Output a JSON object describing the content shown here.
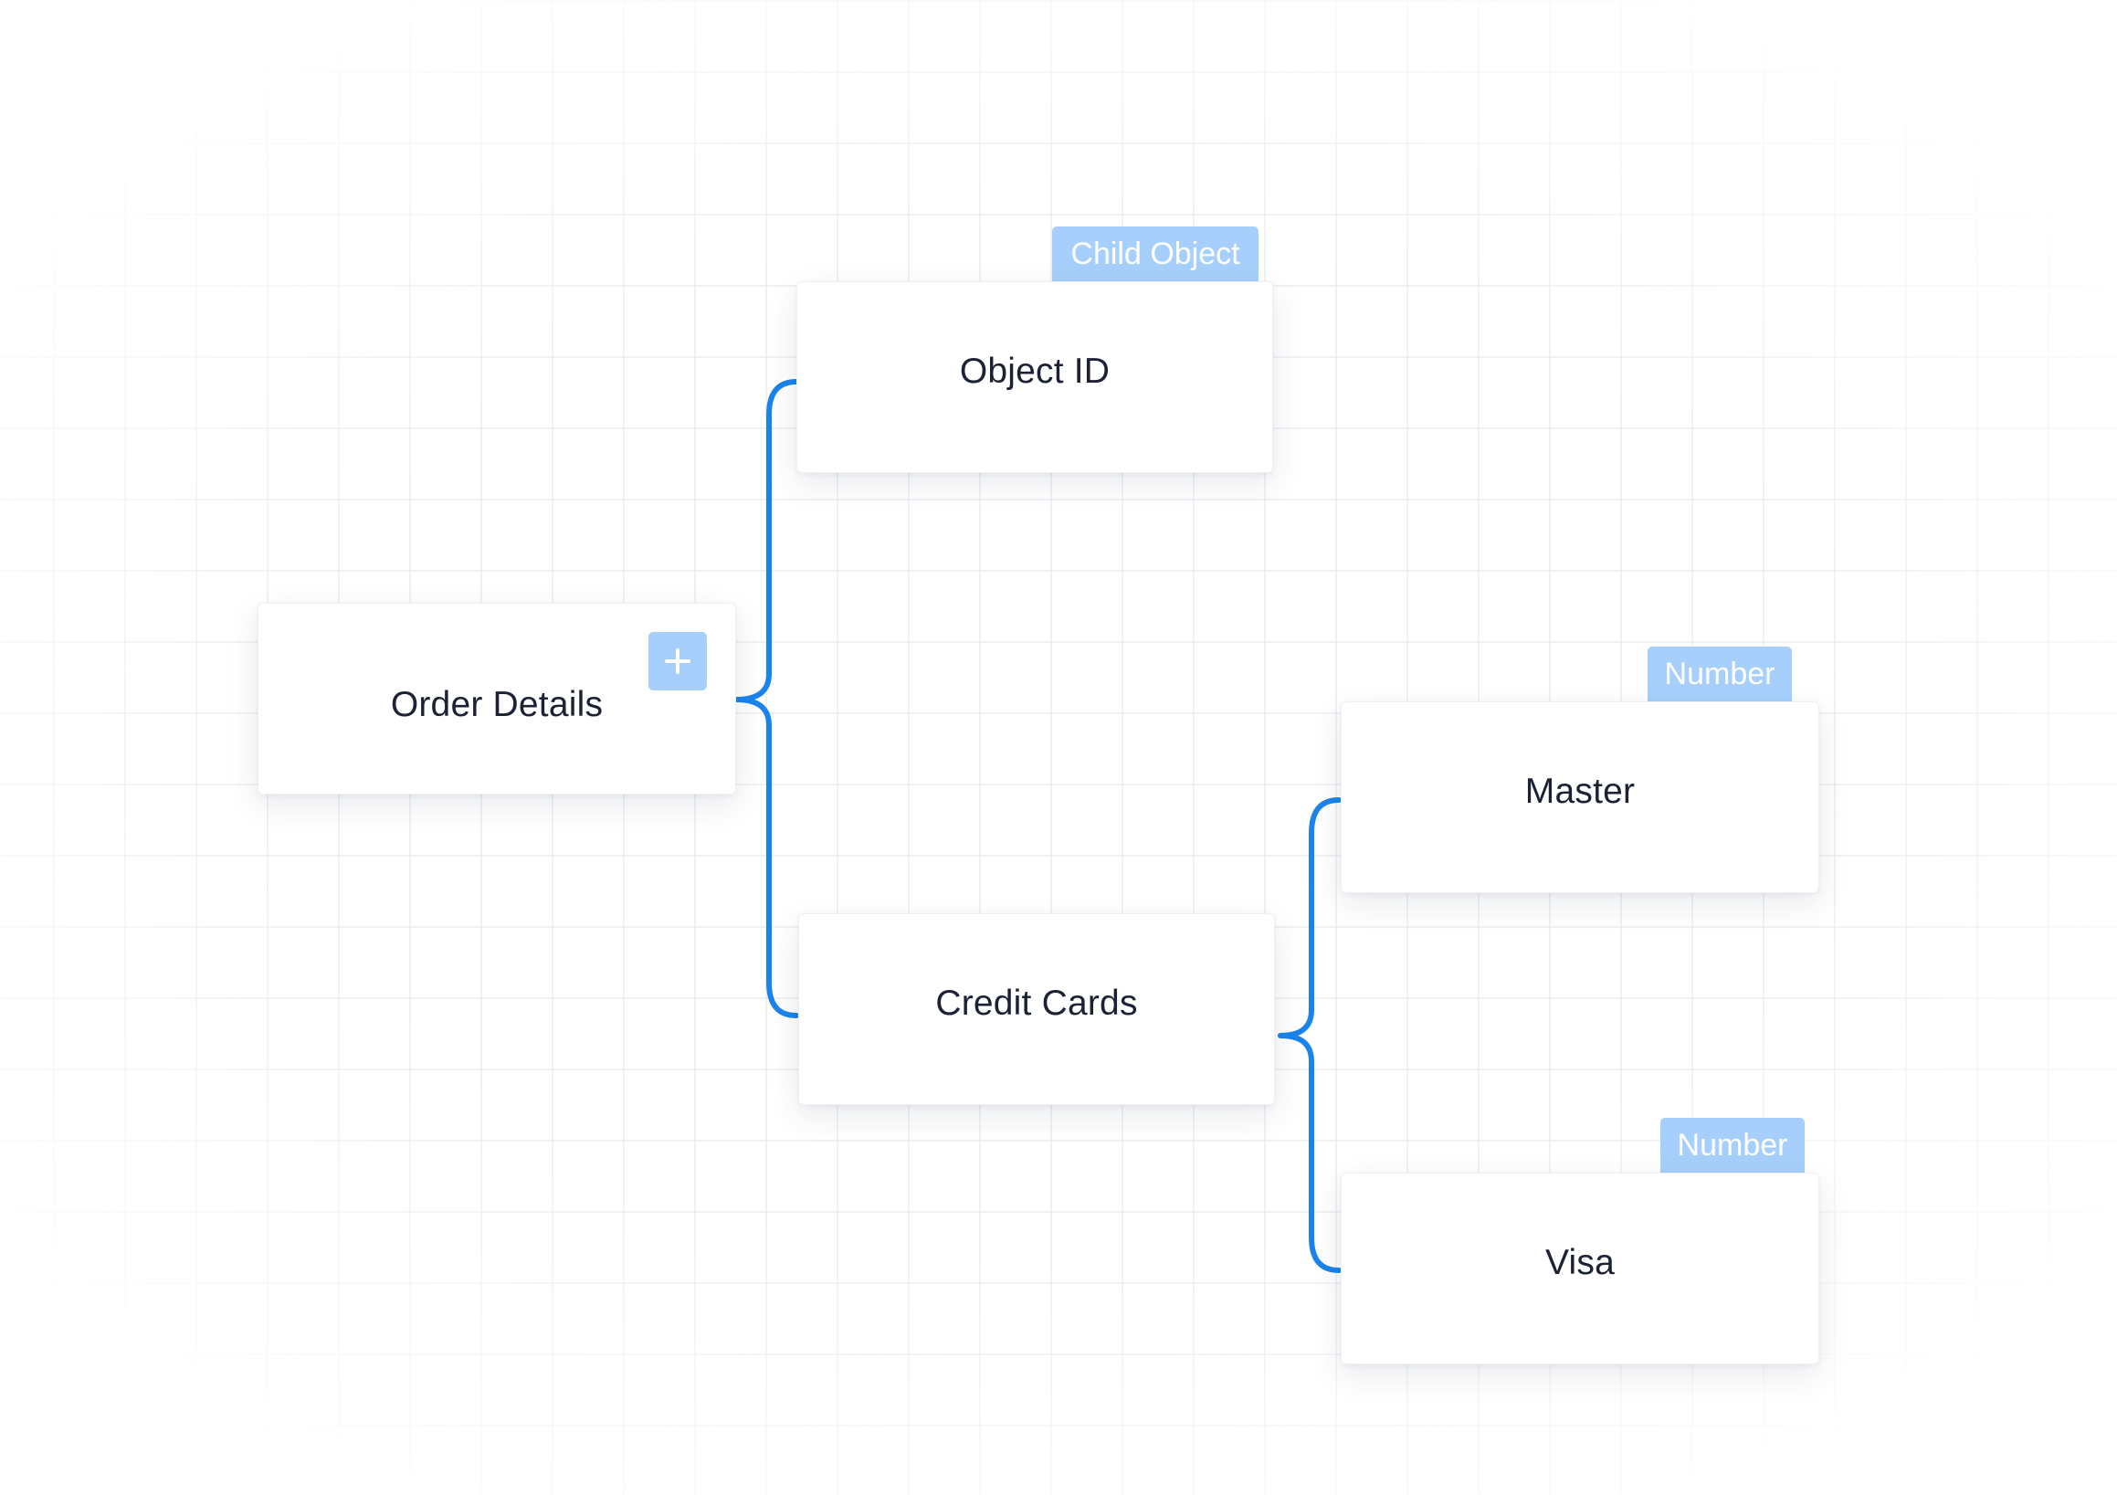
{
  "nodes": {
    "order_details": {
      "label": "Order Details",
      "action": "add"
    },
    "object_id": {
      "label": "Object ID",
      "tag": "Child Object"
    },
    "credit_cards": {
      "label": "Credit Cards"
    },
    "master": {
      "label": "Master",
      "tag": "Number"
    },
    "visa": {
      "label": "Visa",
      "tag": "Number"
    }
  },
  "edges": [
    {
      "from": "order_details",
      "to": "object_id"
    },
    {
      "from": "order_details",
      "to": "credit_cards"
    },
    {
      "from": "credit_cards",
      "to": "master"
    },
    {
      "from": "credit_cards",
      "to": "visa"
    }
  ],
  "colors": {
    "connector": "#1b84ec",
    "tag": "#a6d0fb",
    "text": "#1c2233"
  }
}
